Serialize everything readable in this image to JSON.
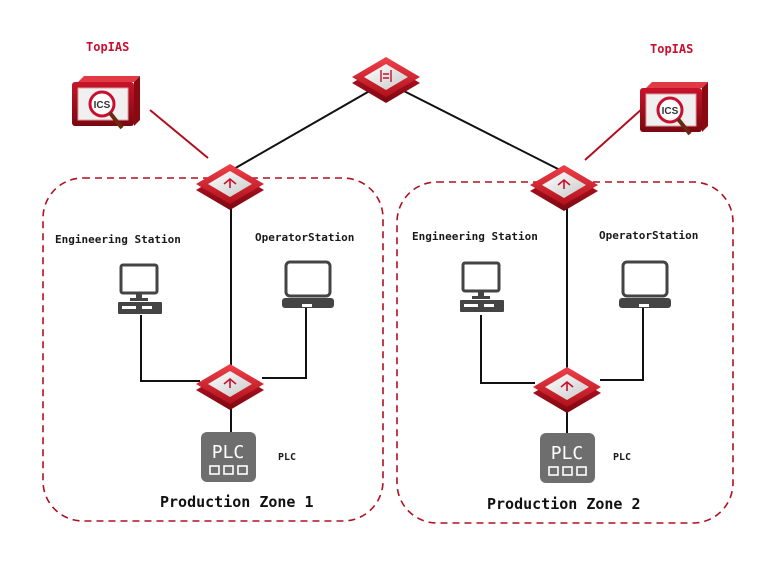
{
  "title": "Industrial control network topology",
  "colors": {
    "accent_red": "#c8102e",
    "zone_border": "#b01020",
    "device_gray": "#6e6e6e",
    "line": "#111111"
  },
  "nodes": {
    "core_switch": {
      "icon": "core-switch-icon"
    },
    "toplas_left": {
      "label": "TopIAS",
      "badge": "ICS",
      "icon": "ics-audit-icon"
    },
    "toplas_right": {
      "label": "TopIAS",
      "badge": "ICS",
      "icon": "ics-audit-icon"
    }
  },
  "zones": [
    {
      "name": "Production Zone 1",
      "engineering_label": "Engineering Station",
      "operator_label": "OperatorStation",
      "plc_label": "PLC",
      "plc_badge": "PLC"
    },
    {
      "name": "Production Zone 2",
      "engineering_label": "Engineering Station",
      "operator_label": "OperatorStation",
      "plc_label": "PLC",
      "plc_badge": "PLC"
    }
  ]
}
